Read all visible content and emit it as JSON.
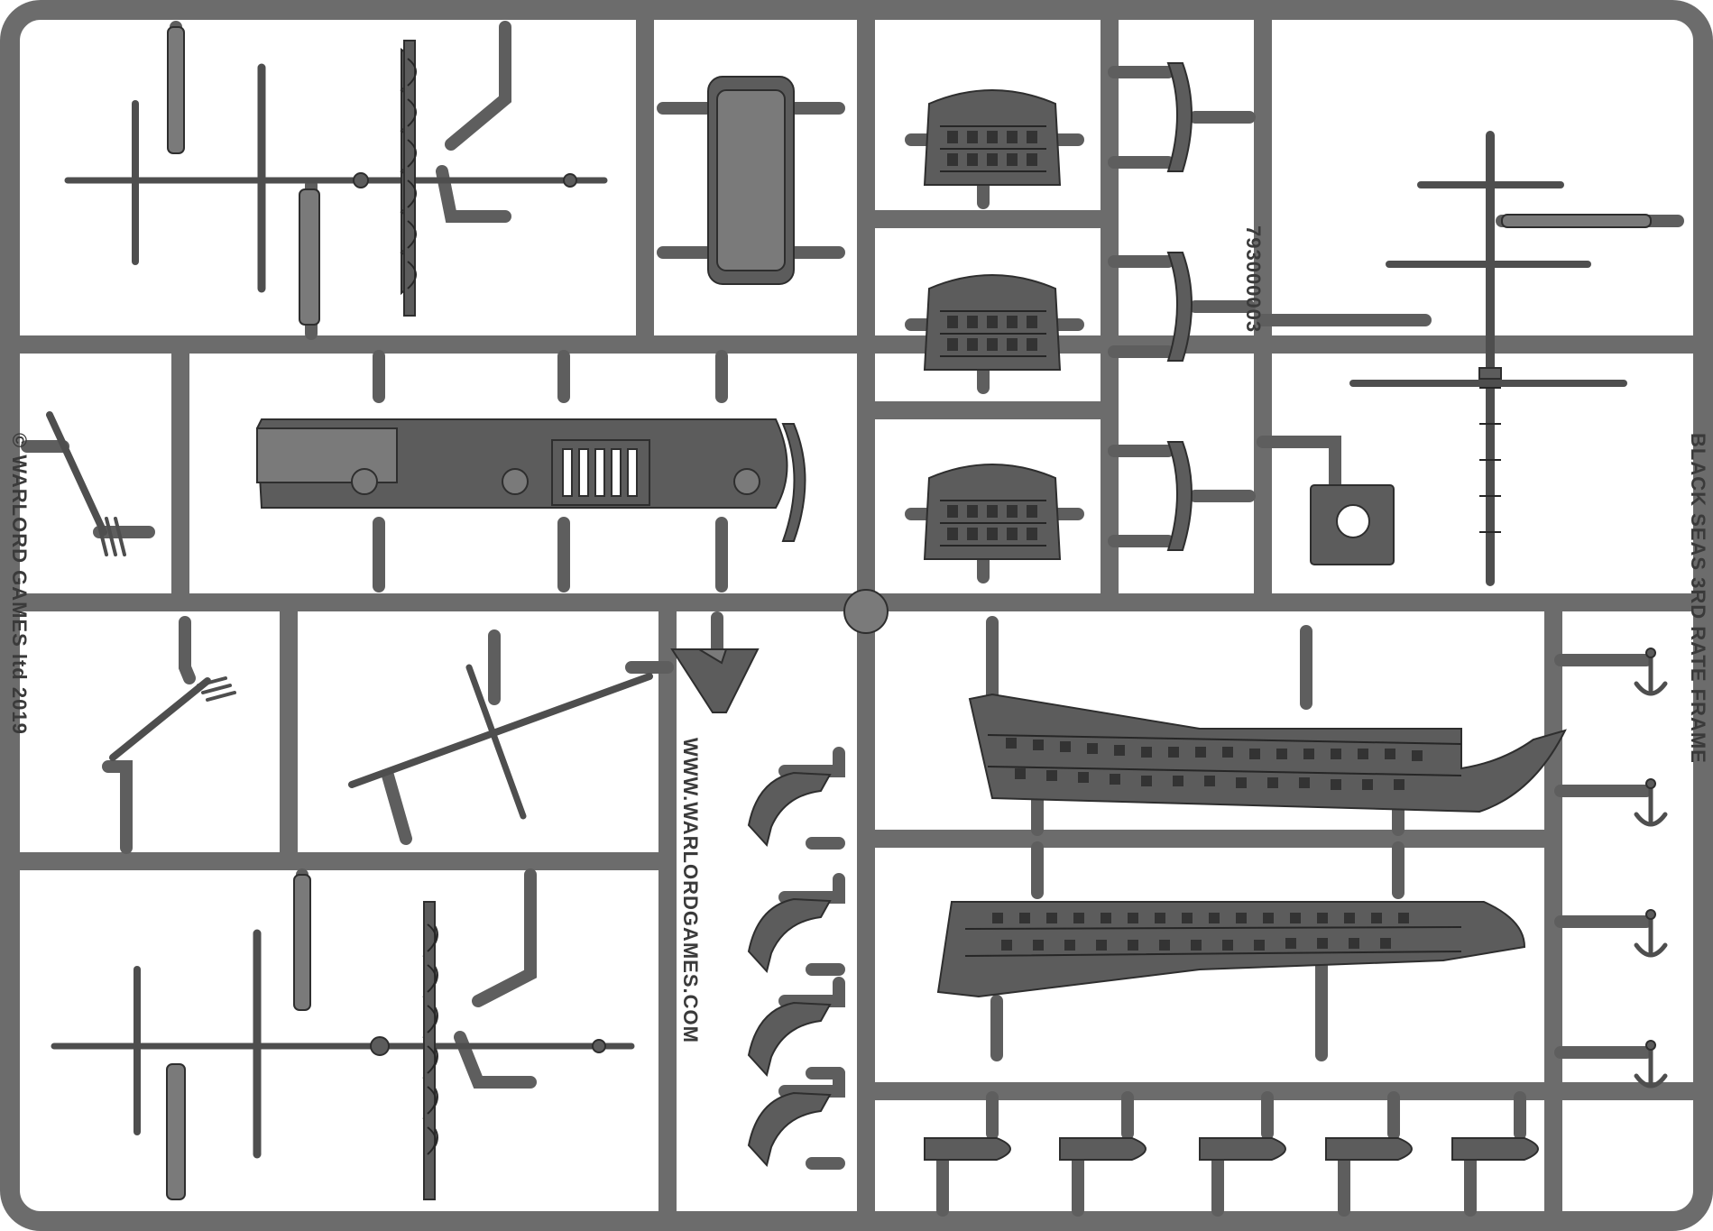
{
  "sprue": {
    "copyright_text": "© WARLORD GAMES ltd 2019",
    "website_text": "WWW.WARLORDGAMES.COM",
    "product_code_text": "793000003",
    "frame_title_text": "BLACK SEAS 3RD RATE FRAME"
  },
  "colors": {
    "plastic": "#5c5c5c",
    "frame": "#6c6c6c",
    "background": "#ffffff"
  }
}
